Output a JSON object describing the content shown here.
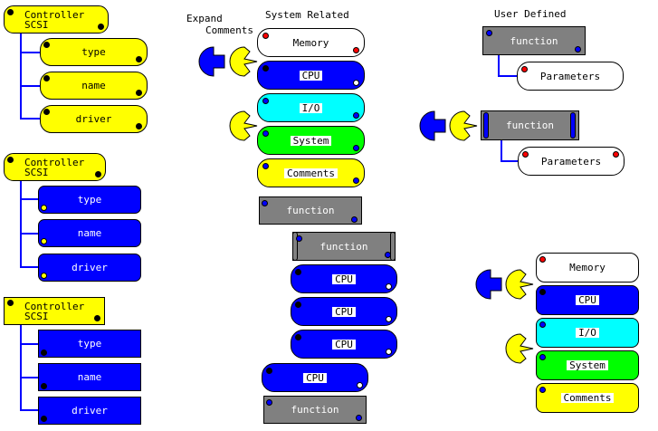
{
  "headers": {
    "expand": "Expand",
    "comments": "Comments",
    "system_related": "System Related",
    "user_defined": "User Defined"
  },
  "controllers": {
    "c1": {
      "title": "Controller\nSCSI",
      "items": [
        "type",
        "name",
        "driver"
      ]
    },
    "c2": {
      "title": "Controller\nSCSI",
      "items": [
        "type",
        "name",
        "driver"
      ]
    },
    "c3": {
      "title": "Controller\nSCSI",
      "items": [
        "type",
        "name",
        "driver"
      ]
    }
  },
  "system": {
    "memory": "Memory",
    "cpu": "CPU",
    "io": "I/O",
    "system": "System",
    "comments": "Comments",
    "function": "function"
  },
  "user": {
    "function": "function",
    "parameters": "Parameters"
  },
  "colors": {
    "yellow": "#ffff00",
    "blue": "#0000ff",
    "cyan": "#00ffff",
    "green": "#00ff00",
    "gray": "#808080",
    "white": "#ffffff",
    "dot_red": "#ff0000",
    "dot_black": "#000000",
    "dot_blue": "#0000ff",
    "dot_yellow": "#ffff00",
    "dot_white": "#ffffff"
  },
  "icons": [
    "expand-icon",
    "collapse-icon",
    "comment-icon"
  ]
}
